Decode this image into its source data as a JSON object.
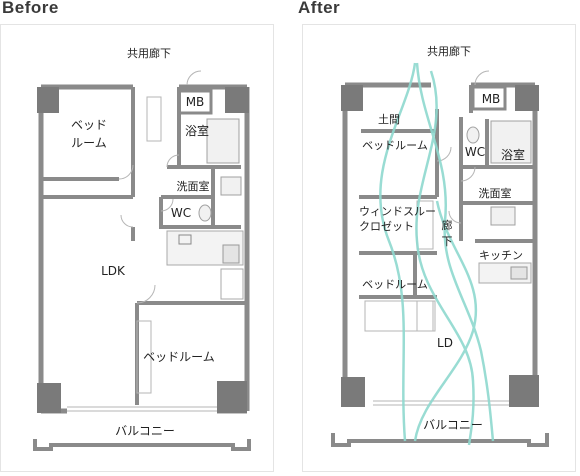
{
  "headings": {
    "before": "Before",
    "after": "After"
  },
  "before": {
    "corridor": "共用廊下",
    "mb": "MB",
    "bedroom1": [
      "ベッド",
      "ルーム"
    ],
    "bath": "浴室",
    "washroom": "洗面室",
    "wc": "WC",
    "ldk": "LDK",
    "bedroom2": "ベッドルーム",
    "balcony": "バルコニー"
  },
  "after": {
    "corridor": "共用廊下",
    "mb": "MB",
    "doma": "土間",
    "bedroom1": "ベッドルーム",
    "wc": "WC",
    "bath": "浴室",
    "washroom": "洗面室",
    "walkin_closet": [
      "ウィンドスルー",
      "クロゼット"
    ],
    "hallway_vertical": [
      "廊",
      "下"
    ],
    "kitchen": "キッチン",
    "bedroom2": "ベッドルーム",
    "ld": "LD",
    "balcony": "バルコニー"
  },
  "colors": {
    "wall": "#8a8a8a",
    "pillar": "#7a7a7a",
    "airflow": "#8fd9cf",
    "line": "#b5b5b5"
  }
}
